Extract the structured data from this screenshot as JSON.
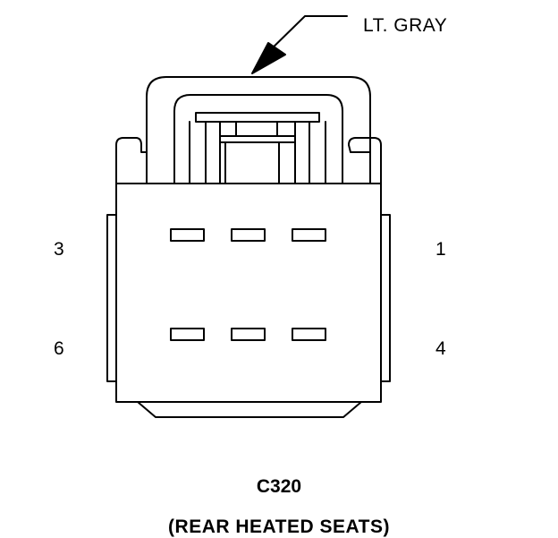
{
  "callout": {
    "color_label": "LT. GRAY"
  },
  "pins": {
    "top_left": "3",
    "top_right": "1",
    "bottom_left": "6",
    "bottom_right": "4"
  },
  "connector": {
    "id": "C320",
    "description": "(REAR HEATED SEATS)"
  }
}
